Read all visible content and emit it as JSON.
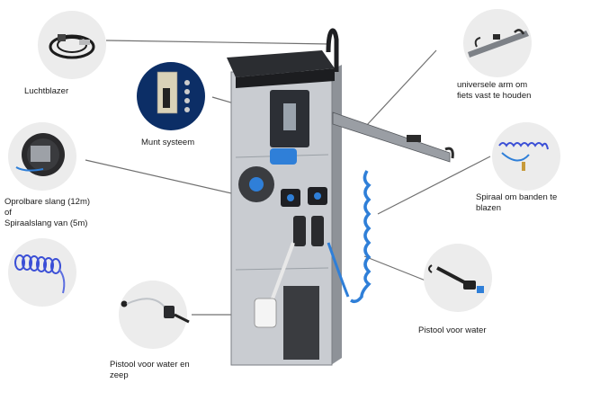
{
  "labels": {
    "luchtblazer": "Luchtblazer",
    "munt": "Munt systeem",
    "oprolbare": [
      "Oprolbare slang (12m)",
      "of",
      "Spiraalslang van (5m)"
    ],
    "arm": [
      "universele arm om",
      "fiets vast te  houden"
    ],
    "spiraal": [
      "Spiraal om banden te",
      "blazen"
    ],
    "pistool_water": "Pistool voor water",
    "pistool_zeep": [
      "Pistool voor water en",
      "zeep"
    ]
  },
  "colors": {
    "circle": "#ececec",
    "cabinet_front": "#c9ccd1",
    "cabinet_top": "#2b2d31",
    "hose_blue": "#2f7fd8",
    "spiral_blue": "#3b4fd6",
    "leader": "#707070"
  },
  "icons": [
    "air-blower-icon",
    "coin-mechanism-icon",
    "hose-reel-icon",
    "spiral-hose-icon",
    "bike-arm-icon",
    "spiral-air-hose-icon",
    "water-gun-icon",
    "soap-gun-icon"
  ]
}
